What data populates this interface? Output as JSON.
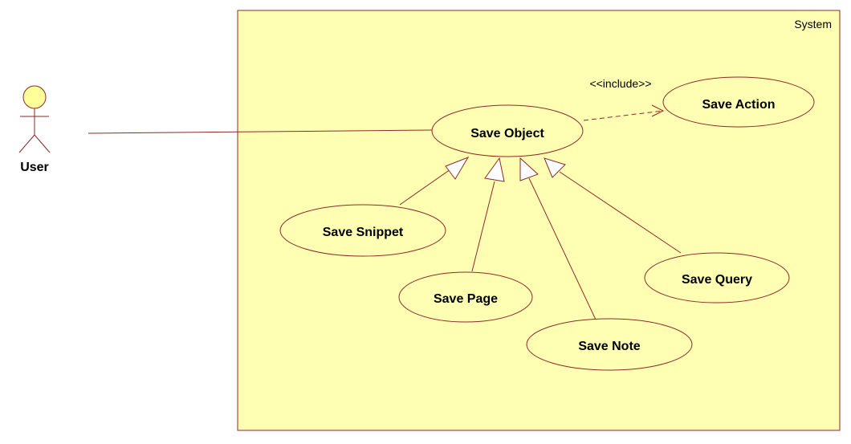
{
  "system": {
    "label": "System"
  },
  "actor": {
    "name": "User"
  },
  "use_cases": {
    "save_object": "Save Object",
    "save_action": "Save Action",
    "save_snippet": "Save Snippet",
    "save_page": "Save Page",
    "save_note": "Save Note",
    "save_query": "Save Query"
  },
  "relations": {
    "include_label": "<<include>>"
  },
  "colors": {
    "system_fill": "#ffffb3",
    "stroke": "#8b2a2a",
    "actor_fill": "#ffff99"
  }
}
